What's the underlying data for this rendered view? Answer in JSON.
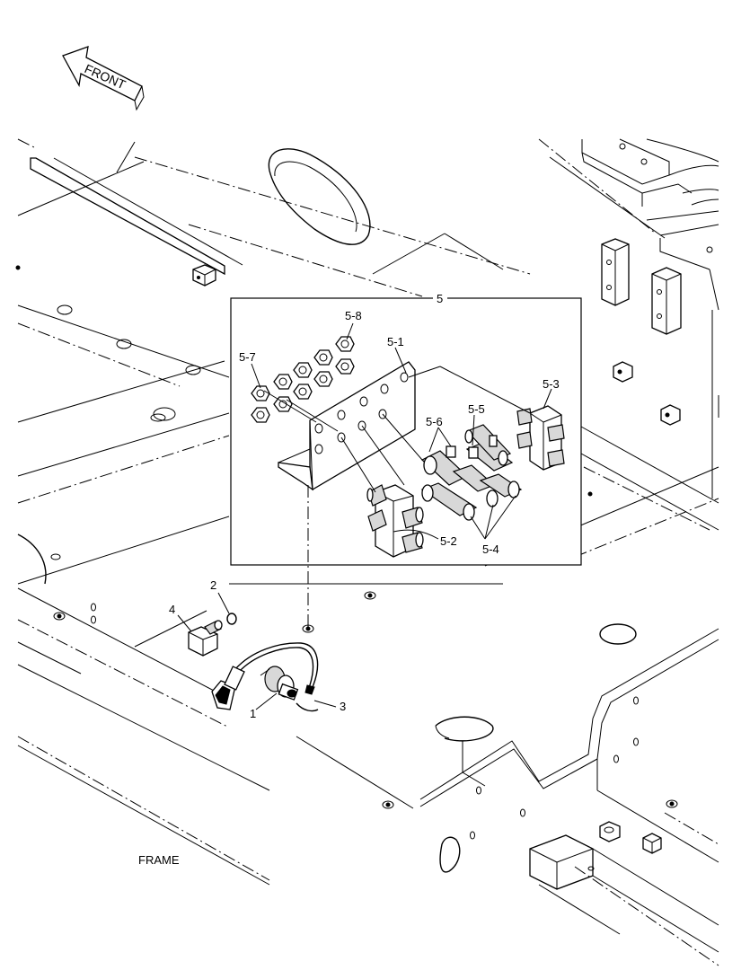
{
  "front_arrow": {
    "label": "FRONT"
  },
  "frame_label": "FRAME",
  "callouts": {
    "group": "5",
    "plate": "5-1",
    "block_left": "5-2",
    "block_right": "5-3",
    "adapters": "5-4",
    "elbows": "5-5",
    "tees": "5-6",
    "nuts": "5-7",
    "washers": "5-8",
    "switch": "1",
    "oring": "2",
    "harness": "3",
    "connector": "4"
  }
}
